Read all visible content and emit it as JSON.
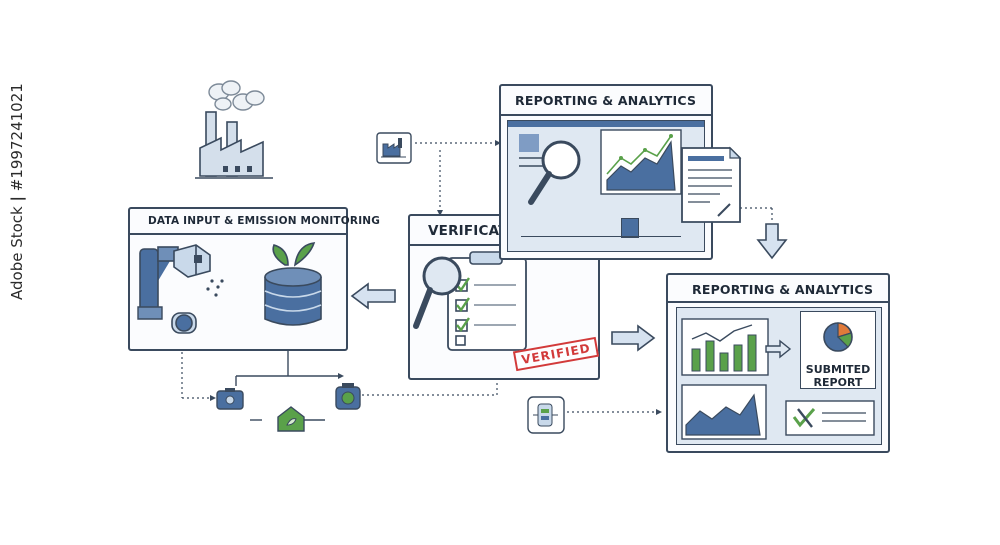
{
  "panels": {
    "data_input": {
      "title": "DATA INPUT & EMISSION MONITORING"
    },
    "verification": {
      "title": "VERIFICATION STEPS",
      "stamp": "VERIFIED"
    },
    "reporting_top": {
      "title": "REPORTING & ANALYTICS"
    },
    "reporting_bottom": {
      "title": "REPORTING & ANALYTICS",
      "submitted_line1": "SUBMITED",
      "submitted_line2": "REPORT"
    }
  },
  "watermark": {
    "stock_label": "Adobe Stock",
    "stock_id": "#1997241021"
  },
  "colors": {
    "outline": "#3a4a5e",
    "blue": "#4a6fa0",
    "light_blue": "#c9d9ea",
    "green": "#5aa14a",
    "red": "#d23a3a",
    "orange": "#e07a3a"
  },
  "icons": [
    "factory-icon",
    "robot-arm-icon",
    "database-leaf-icon",
    "magnifier-icon",
    "clipboard-icon",
    "document-icon",
    "chart-icon",
    "pie-chart-icon"
  ]
}
